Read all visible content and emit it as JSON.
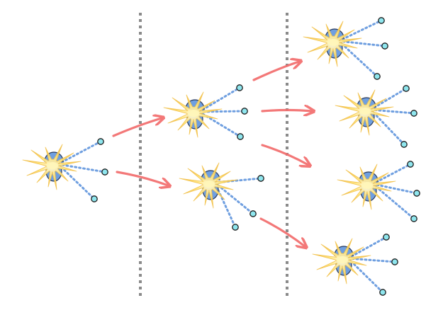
{
  "diagram": {
    "colors": {
      "background": "#ffffff",
      "divider": "#8a8a8a",
      "arrow": "#f26d6d",
      "link": "#6f9fe0",
      "endpoint_fill": "#8fe6ee",
      "endpoint_stroke": "#1b1b1b",
      "body_fill": "#6f9fe0",
      "body_stroke": "#2a3a5a",
      "burst_fill": "#ffd54a",
      "burst_core": "#fff6b8"
    },
    "stages": [
      {
        "label": "",
        "node_count": 1
      },
      {
        "label": "",
        "node_count": 2
      },
      {
        "label": "",
        "node_count": 4
      }
    ],
    "node_icon": "splitting-cell-with-burst-icon",
    "endpoint_icon": "circle-endpoint-icon",
    "arrow_icon": "red-arrow-icon",
    "tendrils_per_node": 3
  }
}
